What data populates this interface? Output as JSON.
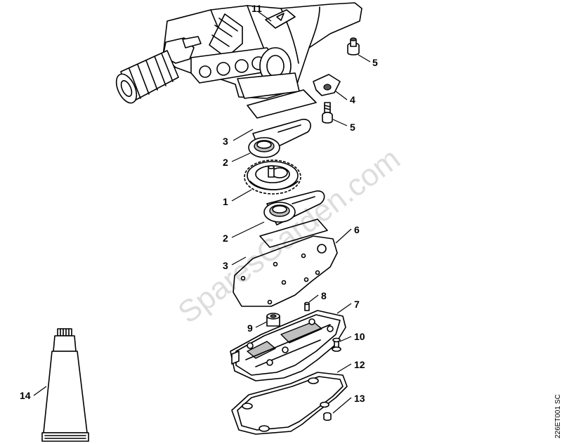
{
  "diagram": {
    "drawing_code": "226ET001 SC",
    "watermark": "SparesGarden.com",
    "callouts": [
      {
        "id": "c11",
        "label": "11"
      },
      {
        "id": "c5a",
        "label": "5"
      },
      {
        "id": "c4",
        "label": "4"
      },
      {
        "id": "c5b",
        "label": "5"
      },
      {
        "id": "c3a",
        "label": "3"
      },
      {
        "id": "c2a",
        "label": "2"
      },
      {
        "id": "c1",
        "label": "1"
      },
      {
        "id": "c2b",
        "label": "2"
      },
      {
        "id": "c6",
        "label": "6"
      },
      {
        "id": "c3b",
        "label": "3"
      },
      {
        "id": "c8",
        "label": "8"
      },
      {
        "id": "c7",
        "label": "7"
      },
      {
        "id": "c9",
        "label": "9"
      },
      {
        "id": "c10",
        "label": "10"
      },
      {
        "id": "c12",
        "label": "12"
      },
      {
        "id": "c14",
        "label": "14"
      },
      {
        "id": "c13",
        "label": "13"
      }
    ]
  }
}
